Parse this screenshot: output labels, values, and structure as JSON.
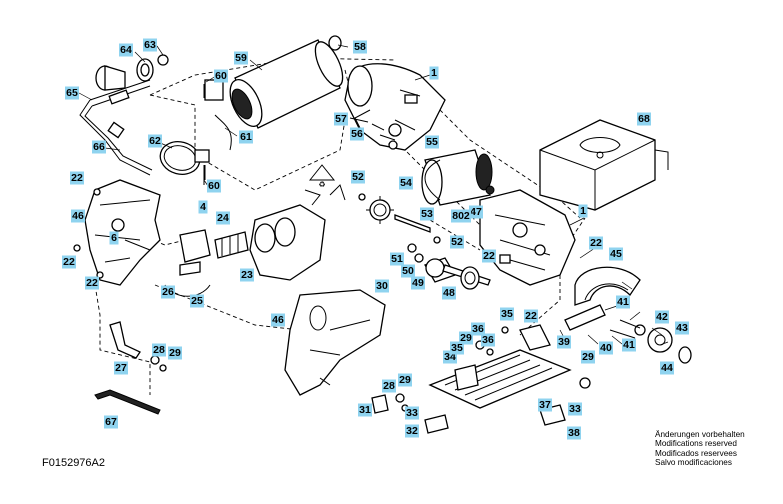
{
  "figure_code": "F0152976A2",
  "notice_lines": [
    "Änderungen vorbehalten",
    "Modifications reserved",
    "Modificados reservees",
    "Salvo modificaciones"
  ],
  "callouts": [
    {
      "label": "1"
    },
    {
      "label": "1"
    },
    {
      "label": "4"
    },
    {
      "label": "6"
    },
    {
      "label": "22"
    },
    {
      "label": "22"
    },
    {
      "label": "22"
    },
    {
      "label": "22"
    },
    {
      "label": "22"
    },
    {
      "label": "22"
    },
    {
      "label": "23"
    },
    {
      "label": "24"
    },
    {
      "label": "25"
    },
    {
      "label": "26"
    },
    {
      "label": "27"
    },
    {
      "label": "28"
    },
    {
      "label": "28"
    },
    {
      "label": "29"
    },
    {
      "label": "29"
    },
    {
      "label": "29"
    },
    {
      "label": "29"
    },
    {
      "label": "30"
    },
    {
      "label": "31"
    },
    {
      "label": "32"
    },
    {
      "label": "33"
    },
    {
      "label": "33"
    },
    {
      "label": "34"
    },
    {
      "label": "35"
    },
    {
      "label": "35"
    },
    {
      "label": "36"
    },
    {
      "label": "36"
    },
    {
      "label": "37"
    },
    {
      "label": "38"
    },
    {
      "label": "39"
    },
    {
      "label": "40"
    },
    {
      "label": "41"
    },
    {
      "label": "41"
    },
    {
      "label": "42"
    },
    {
      "label": "43"
    },
    {
      "label": "44"
    },
    {
      "label": "45"
    },
    {
      "label": "46"
    },
    {
      "label": "46"
    },
    {
      "label": "47"
    },
    {
      "label": "48"
    },
    {
      "label": "49"
    },
    {
      "label": "50"
    },
    {
      "label": "51"
    },
    {
      "label": "52"
    },
    {
      "label": "52"
    },
    {
      "label": "53"
    },
    {
      "label": "54"
    },
    {
      "label": "55"
    },
    {
      "label": "56"
    },
    {
      "label": "57"
    },
    {
      "label": "58"
    },
    {
      "label": "59"
    },
    {
      "label": "60"
    },
    {
      "label": "60"
    },
    {
      "label": "61"
    },
    {
      "label": "62"
    },
    {
      "label": "63"
    },
    {
      "label": "64"
    },
    {
      "label": "65"
    },
    {
      "label": "66"
    },
    {
      "label": "67"
    },
    {
      "label": "68"
    },
    {
      "label": "802"
    }
  ]
}
